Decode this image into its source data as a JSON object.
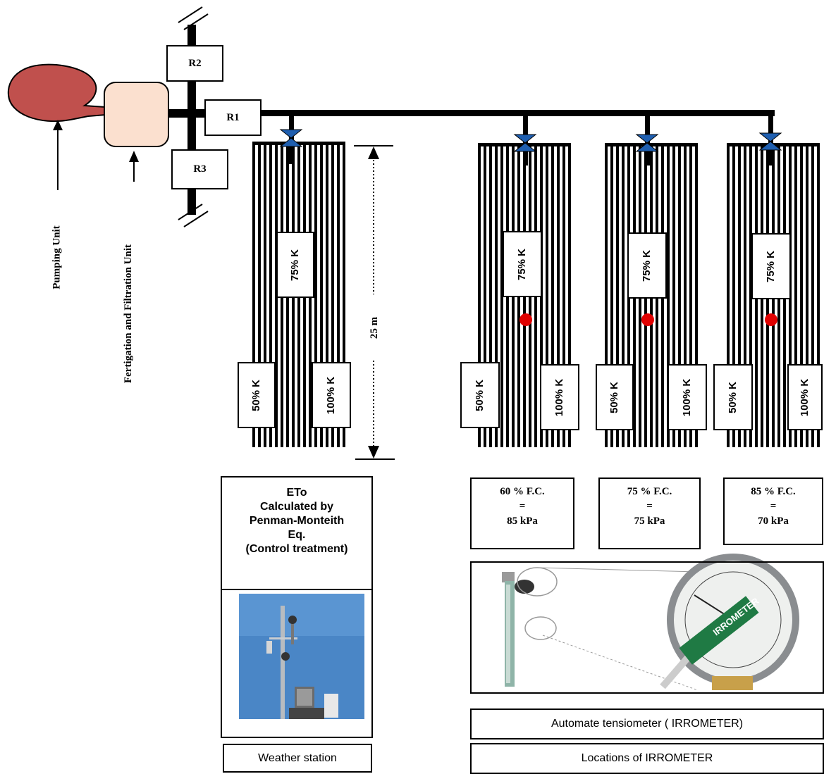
{
  "units": {
    "pumping": "Pumping Unit",
    "fertigation": "Fertigation and Filtration Unit"
  },
  "risers": [
    "R1",
    "R2",
    "R3"
  ],
  "distance_label": "25 m",
  "plots": [
    {
      "top_label": "75% K",
      "left_label": "50% K",
      "right_label": "100% K",
      "tensiometer": false
    },
    {
      "top_label": "75% K",
      "left_label": "50% K",
      "right_label": "100% K",
      "tensiometer": true
    },
    {
      "top_label": "75% K",
      "left_label": "50% K",
      "right_label": "100% K",
      "tensiometer": true
    },
    {
      "top_label": "75% K",
      "left_label": "50% K",
      "right_label": "100% K",
      "tensiometer": true
    }
  ],
  "eto_panel": {
    "lines": [
      "ETo",
      "Calculated by",
      "Penman-Monteith",
      "Eq.",
      "(Control treatment)"
    ],
    "caption": "Weather station"
  },
  "fc_panels": [
    {
      "line1": "60 % F.C.",
      "line2": "=",
      "line3": "85 kPa"
    },
    {
      "line1": "75 % F.C.",
      "line2": "=",
      "line3": "75 kPa"
    },
    {
      "line1": "85 % F.C.",
      "line2": "=",
      "line3": "70 kPa"
    }
  ],
  "irrometer": {
    "caption1": "Automate tensiometer ( IRROMETER)",
    "caption2": "Locations of IRROMETER",
    "gauge_text": "IRROMETER"
  },
  "colors": {
    "pump": "#c0504d",
    "fertigation": "#fbe0cf",
    "valve": "#1f5fb0",
    "tensiometer_dot": "#e00000",
    "sky": "#4a86c6"
  }
}
